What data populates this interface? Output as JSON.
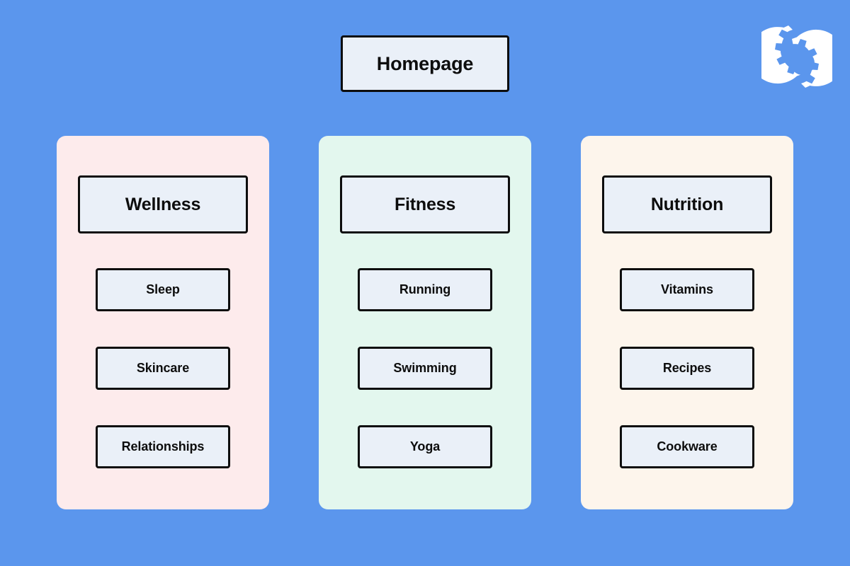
{
  "page": {
    "background_color": "#5b96ed",
    "node_fill_color": "#eaf0f8",
    "node_border_color": "#0d0d0d"
  },
  "logo": {
    "icon": "interlocking-gears-icon",
    "color": "#ffffff"
  },
  "root": {
    "label": "Homepage"
  },
  "columns": [
    {
      "id": "wellness",
      "label": "Wellness",
      "panel_color": "#fdebec",
      "children": [
        {
          "label": "Sleep"
        },
        {
          "label": "Skincare"
        },
        {
          "label": "Relationships"
        }
      ]
    },
    {
      "id": "fitness",
      "label": "Fitness",
      "panel_color": "#e3f7ee",
      "children": [
        {
          "label": "Running"
        },
        {
          "label": "Swimming"
        },
        {
          "label": "Yoga"
        }
      ]
    },
    {
      "id": "nutrition",
      "label": "Nutrition",
      "panel_color": "#fdf5ec",
      "children": [
        {
          "label": "Vitamins"
        },
        {
          "label": "Recipes"
        },
        {
          "label": "Cookware"
        }
      ]
    }
  ]
}
